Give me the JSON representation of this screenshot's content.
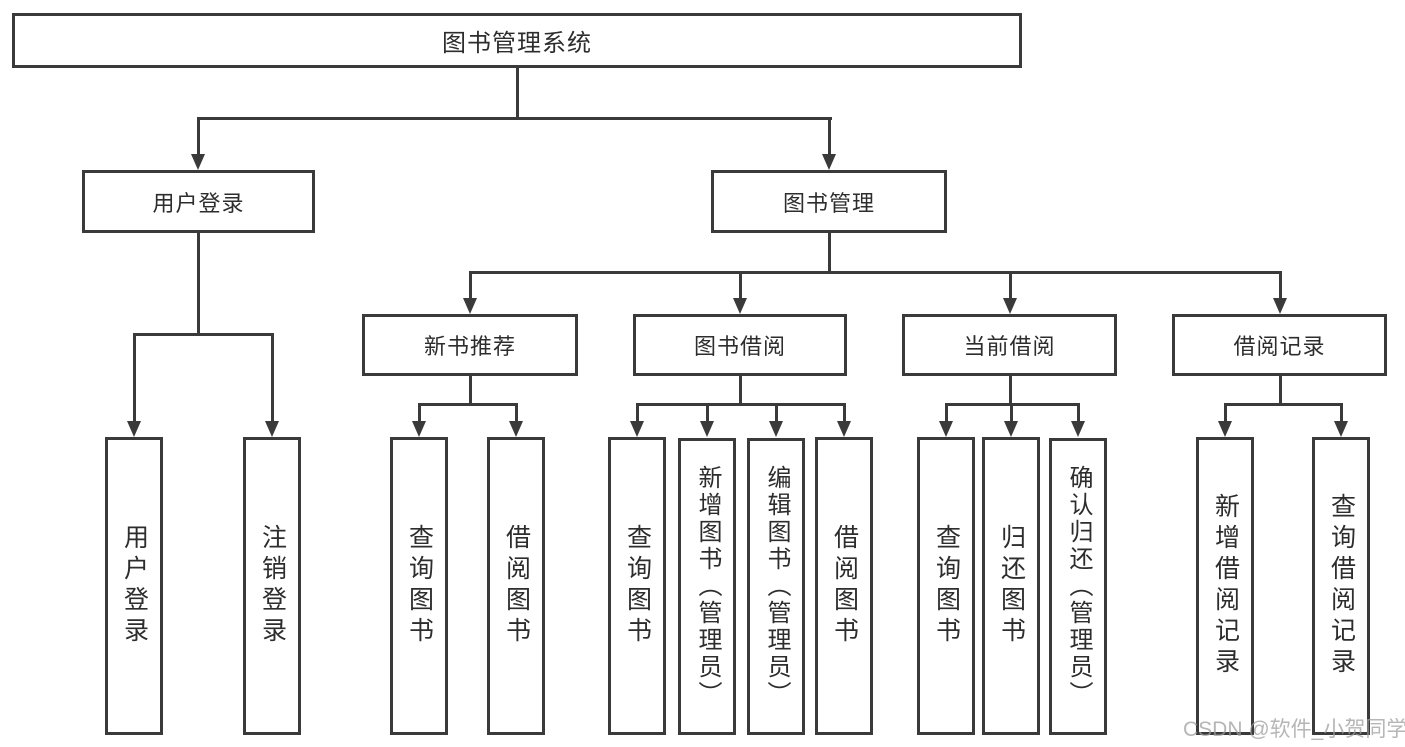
{
  "diagram": {
    "title": "图书管理系统",
    "nodes": {
      "root": "图书管理系统",
      "userLogin": "用户登录",
      "bookManagement": "图书管理",
      "newBookRecommend": "新书推荐",
      "bookBorrow": "图书借阅",
      "currentBorrow": "当前借阅",
      "borrowRecords": "借阅记录"
    },
    "leaves": {
      "userLogin": [
        "用户登录",
        "注销登录"
      ],
      "newBookRecommend": [
        "查询图书",
        "借阅图书"
      ],
      "bookBorrow": [
        "查询图书",
        "新增图书（管理员）",
        "编辑图书（管理员）",
        "借阅图书"
      ],
      "currentBorrow": [
        "查询图书",
        "归还图书",
        "确认归还（管理员）"
      ],
      "borrowRecords": [
        "新增借阅记录",
        "查询借阅记录"
      ]
    },
    "watermark": "CSDN @软件_小贺同学",
    "colors": {
      "line": "#3a3a3a",
      "text": "#2d2d2d",
      "background": "#ffffff",
      "watermark": "#9e9e9e"
    }
  }
}
